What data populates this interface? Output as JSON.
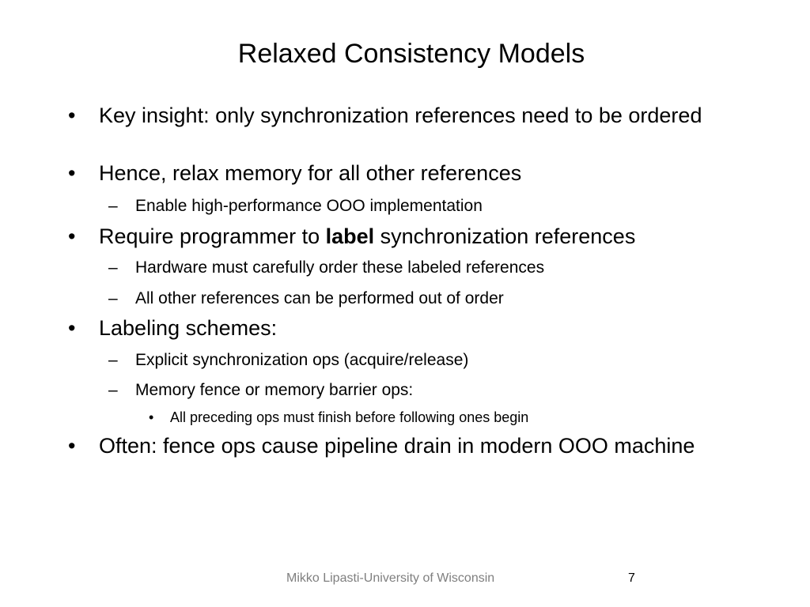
{
  "slide": {
    "title": "Relaxed Consistency Models",
    "bullets": [
      {
        "marker": "•",
        "text": "Key insight: only synchronization references need to be ordered"
      },
      {
        "marker": "•",
        "text": "Hence, relax memory for all other references"
      },
      {
        "marker": "–",
        "text": "Enable high-performance OOO implementation"
      },
      {
        "marker": "•",
        "text_before": "Require programmer to ",
        "text_bold": "label",
        "text_after": " synchronization references"
      },
      {
        "marker": "–",
        "text": "Hardware must carefully order these labeled references"
      },
      {
        "marker": "–",
        "text": "All other references can be performed out of order"
      },
      {
        "marker": "•",
        "text": "Labeling schemes:"
      },
      {
        "marker": "–",
        "text": "Explicit synchronization ops (acquire/release)"
      },
      {
        "marker": "–",
        "text": "Memory fence or memory barrier ops:"
      },
      {
        "marker": "•",
        "text": "All preceding ops must finish before following ones begin"
      },
      {
        "marker": "•",
        "text": "Often: fence ops cause pipeline drain in modern OOO machine"
      }
    ],
    "footer": {
      "text": "Mikko Lipasti-University of Wisconsin",
      "page_number": "7"
    }
  }
}
